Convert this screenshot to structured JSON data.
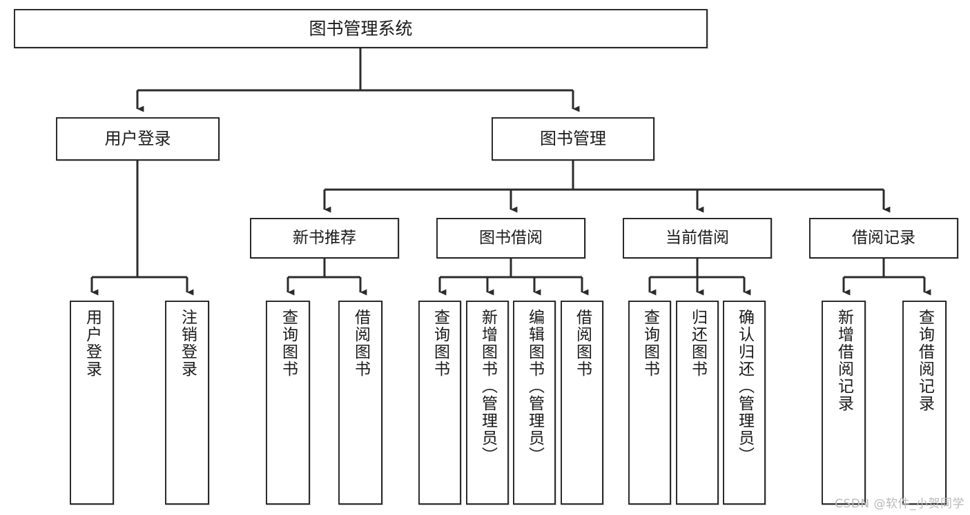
{
  "diagram": {
    "type": "tree",
    "title": "图书管理系统",
    "orientation": "top-down",
    "colors": {
      "box_border": "#2b2b2b",
      "box_fill": "#ffffff",
      "connector": "#2b2b2b",
      "text": "#1a1a1a",
      "watermark": "#b9b9b9"
    },
    "watermark": "CSDN @软件_小贺同学",
    "nodes": {
      "root": {
        "label": "图书管理系统"
      },
      "level2": [
        {
          "id": "user-login",
          "label": "用户登录"
        },
        {
          "id": "book-manage",
          "label": "图书管理"
        }
      ],
      "level3": [
        {
          "id": "new-book-recommend",
          "label": "新书推荐"
        },
        {
          "id": "book-borrow",
          "label": "图书借阅"
        },
        {
          "id": "current-borrow",
          "label": "当前借阅"
        },
        {
          "id": "borrow-record",
          "label": "借阅记录"
        }
      ],
      "leaves": [
        {
          "id": "leaf-user-login",
          "label": "用户登录",
          "parent": "user-login"
        },
        {
          "id": "leaf-user-logout",
          "label": "注销登录",
          "parent": "user-login"
        },
        {
          "id": "leaf-query-book-1",
          "label": "查询图书",
          "parent": "new-book-recommend"
        },
        {
          "id": "leaf-borrow-book-1",
          "label": "借阅图书",
          "parent": "new-book-recommend"
        },
        {
          "id": "leaf-query-book-2",
          "label": "查询图书",
          "parent": "book-borrow"
        },
        {
          "id": "leaf-add-book",
          "label": "新增图书（管理员）",
          "parent": "book-borrow"
        },
        {
          "id": "leaf-edit-book",
          "label": "编辑图书（管理员）",
          "parent": "book-borrow"
        },
        {
          "id": "leaf-borrow-book-2",
          "label": "借阅图书",
          "parent": "book-borrow"
        },
        {
          "id": "leaf-query-book-3",
          "label": "查询图书",
          "parent": "current-borrow"
        },
        {
          "id": "leaf-return-book",
          "label": "归还图书",
          "parent": "current-borrow"
        },
        {
          "id": "leaf-confirm-return",
          "label": "确认归还（管理员）",
          "parent": "current-borrow"
        },
        {
          "id": "leaf-add-record",
          "label": "新增借阅记录",
          "parent": "borrow-record"
        },
        {
          "id": "leaf-query-record",
          "label": "查询借阅记录",
          "parent": "borrow-record"
        }
      ]
    }
  }
}
